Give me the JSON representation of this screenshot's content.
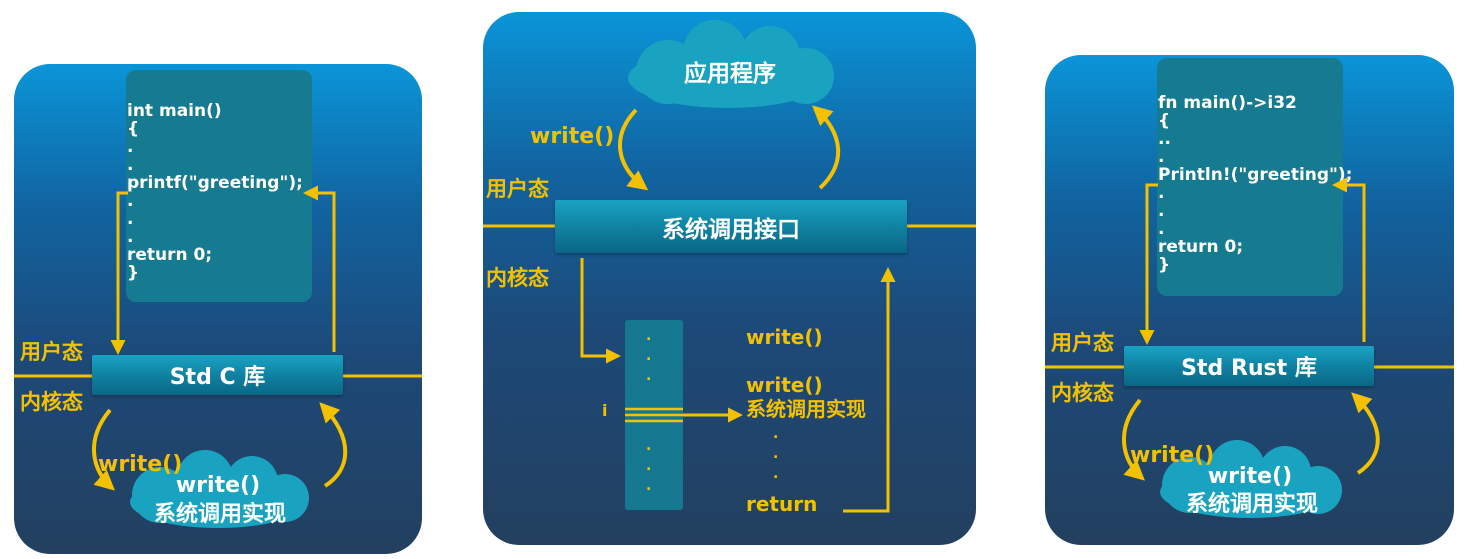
{
  "colors": {
    "accent": "#f4c100",
    "panel_top": "#0a95d8",
    "panel_bottom": "#23405f",
    "bar": "#0f7f9f",
    "cloud": "#1aa3c0"
  },
  "left": {
    "code": "int main()\n{\n.\n.\nprintf(\"greeting\");\n.\n.\n.\nreturn 0;\n}",
    "bar_label": "Std C 库",
    "user_mode": "用户态",
    "kernel_mode": "内核态",
    "call_label": "write()",
    "cloud_line1": "write()",
    "cloud_line2": "系统调用实现"
  },
  "middle": {
    "cloud_label": "应用程序",
    "call_label": "write()",
    "user_mode": "用户态",
    "kernel_mode": "内核态",
    "bar_label": "系统调用接口",
    "index_label": "i",
    "stack_dots_top": ".\n.\n.",
    "stack_dots_bottom": ".\n.\n.",
    "write1": "write()",
    "write2": "write()",
    "impl": "系统调用实现",
    "impl_dots": ".\n.\n.",
    "return_label": "return"
  },
  "right": {
    "code": "fn main()->i32\n{\n..\n.\nPrintln!(\"greeting\");\n.\n.\n.\nreturn 0;\n}",
    "bar_label": "Std Rust 库",
    "user_mode": "用户态",
    "kernel_mode": "内核态",
    "call_label": "write()",
    "cloud_line1": "write()",
    "cloud_line2": "系统调用实现"
  }
}
